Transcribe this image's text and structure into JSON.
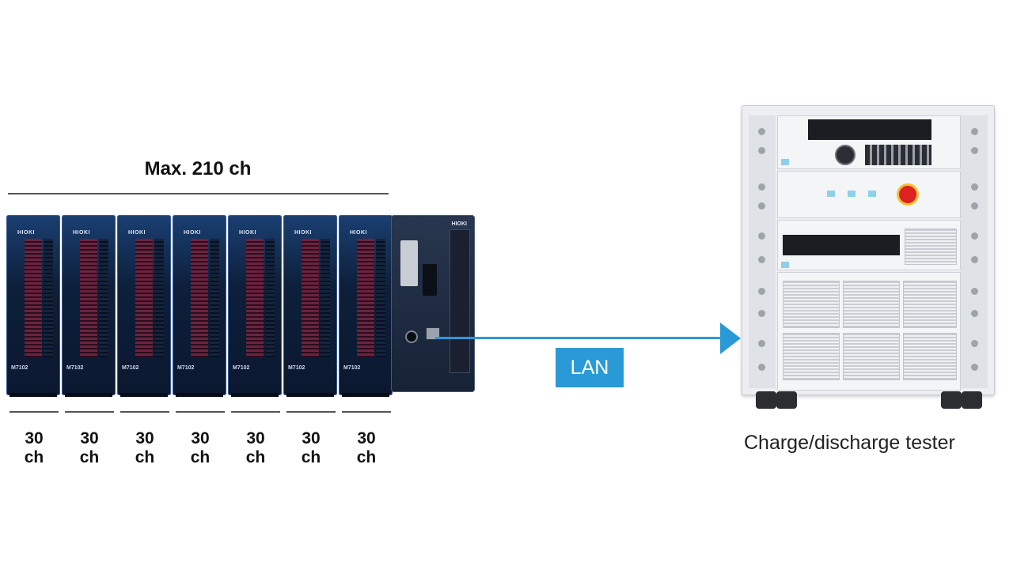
{
  "diagram": {
    "title": "Max. 210 ch",
    "brand": "HIOKI",
    "module_model": "M7102",
    "modules": [
      {
        "label": "30\nch"
      },
      {
        "label": "30\nch"
      },
      {
        "label": "30\nch"
      },
      {
        "label": "30\nch"
      },
      {
        "label": "30\nch"
      },
      {
        "label": "30\nch"
      },
      {
        "label": "30\nch"
      }
    ],
    "link_label": "LAN",
    "tester_label": "Charge/discharge tester",
    "colors": {
      "link": "#2a9ad6",
      "module": "#13294d",
      "terminal": "#6a2340",
      "text": "#111111"
    }
  }
}
